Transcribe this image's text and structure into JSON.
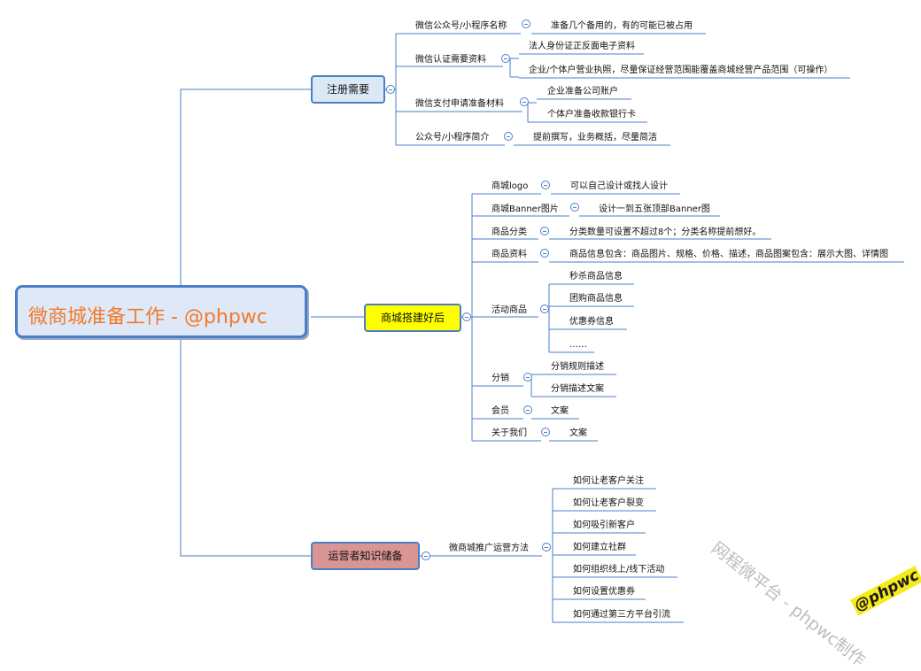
{
  "root": {
    "title": "微商城准备工作 - @phpwc"
  },
  "branches": [
    {
      "label": "注册需要",
      "items": [
        {
          "label": "微信公众号/小程序名称",
          "details": [
            "准备几个备用的，有的可能已被占用"
          ]
        },
        {
          "label": "微信认证需要资料",
          "details": [
            "法人身份证正反面电子资料",
            "企业/个体户营业执照，尽量保证经营范围能覆盖商城经营产品范围（可操作）"
          ]
        },
        {
          "label": "微信支付申请准备材料",
          "details": [
            "企业准备公司账户",
            "个体户准备收款银行卡"
          ]
        },
        {
          "label": "公众号/小程序简介",
          "details": [
            "提前撰写，业务概括，尽量简洁"
          ]
        }
      ]
    },
    {
      "label": "商城搭建好后",
      "items": [
        {
          "label": "商城logo",
          "details": [
            "可以自己设计或找人设计"
          ]
        },
        {
          "label": "商城Banner图片",
          "details": [
            "设计一到五张顶部Banner图"
          ]
        },
        {
          "label": "商品分类",
          "details": [
            "分类数量可设置不超过8个；分类名称提前想好。"
          ]
        },
        {
          "label": "商品资料",
          "details": [
            "商品信息包含：商品图片、规格、价格、描述，商品图案包含：展示大图、详情图"
          ]
        },
        {
          "label": "活动商品",
          "details": [
            "秒杀商品信息",
            "团购商品信息",
            "优惠券信息",
            "……"
          ]
        },
        {
          "label": "分销",
          "details": [
            "分销规则描述",
            "分销描述文案"
          ]
        },
        {
          "label": "会员",
          "details": [
            "文案"
          ]
        },
        {
          "label": "关于我们",
          "details": [
            "文案"
          ]
        }
      ]
    },
    {
      "label": "运营者知识储备",
      "items": [
        {
          "label": "微商城推广运营方法",
          "details": [
            "如何让老客户关注",
            "如何让老客户裂变",
            "如何吸引新客户",
            "如何建立社群",
            "如何组织线上/线下活动",
            "如何设置优惠券",
            "如何通过第三方平台引流"
          ]
        }
      ]
    }
  ],
  "watermark": "网程微平台 - phpwc制作",
  "tag": "@phpwc",
  "colors": {
    "line": "#4a7fc8",
    "root_text": "#f07a2a",
    "branch1_bg": "#dbe8f5",
    "branch2_bg": "#ffff00",
    "branch3_bg": "#d99593"
  }
}
